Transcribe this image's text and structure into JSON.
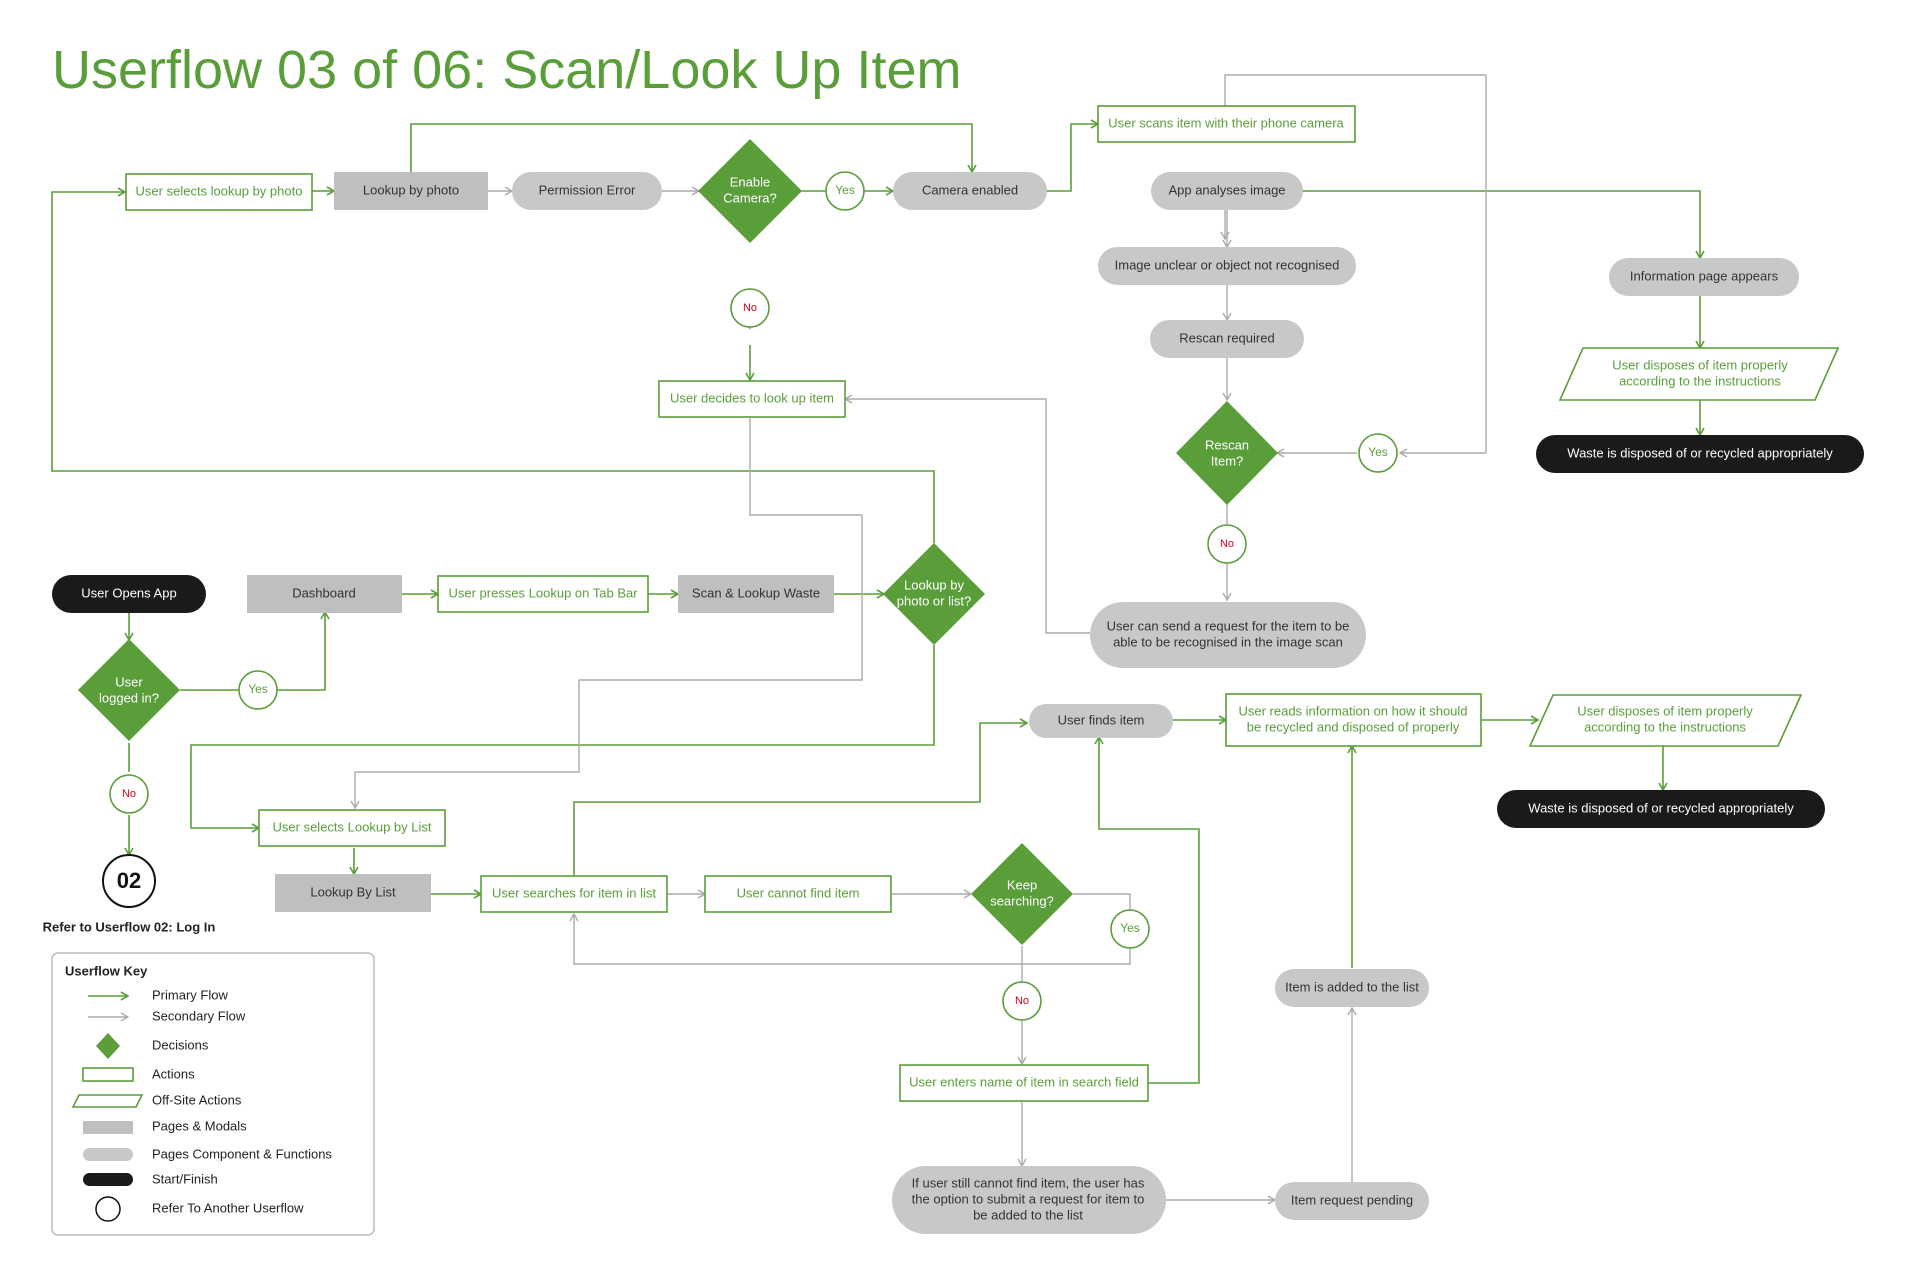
{
  "title": "Userflow 03 of 06: Scan/Look Up Item",
  "colors": {
    "accent": "#5a9e3a",
    "page": "#bfbfbf",
    "pill": "#c8c8c8",
    "terminal": "#1a1a1a",
    "no": "#d0021b"
  },
  "nodes": {
    "user_selects_lookup_by_photo": "User selects lookup by photo",
    "lookup_by_photo": "Lookup by photo",
    "permission_error": "Permission Error",
    "enable_camera": [
      "Enable",
      "Camera?"
    ],
    "camera_enabled": "Camera enabled",
    "user_scans_item": "User scans item with their phone camera",
    "app_analyses_image": "App analyses image",
    "image_unclear": "Image unclear or object not recognised",
    "rescan_required": "Rescan required",
    "rescan_item": [
      "Rescan",
      "Item?"
    ],
    "information_page": "Information page appears",
    "user_disposes_1": [
      "User disposes of item properly",
      "according to the instructions"
    ],
    "waste_disposed_1": "Waste is disposed of or recycled appropriately",
    "user_decides_look_up": "User decides to look up item",
    "user_can_send_request": [
      "User can send a request for the item to be",
      "able to be recognised in the image scan"
    ],
    "user_opens_app": "User Opens App",
    "dashboard": "Dashboard",
    "user_presses_lookup": "User presses Lookup on Tab Bar",
    "scan_lookup_waste": "Scan & Lookup Waste",
    "lookup_photo_or_list": [
      "Lookup by",
      "photo or list?"
    ],
    "user_logged_in": [
      "User",
      "logged in?"
    ],
    "refer_02_label": "02",
    "refer_02_caption": "Refer to Userflow 02: Log In",
    "user_finds_item": "User finds item",
    "user_reads_info": [
      "User reads information on how it should",
      "be recycled and disposed of properly"
    ],
    "user_disposes_2": [
      "User disposes of item properly",
      "according to the instructions"
    ],
    "waste_disposed_2": "Waste is disposed of or recycled appropriately",
    "user_selects_lookup_by_list": "User selects Lookup by List",
    "lookup_by_list": "Lookup By List",
    "user_searches": "User searches for item in list",
    "user_cannot_find": "User cannot find item",
    "keep_searching": [
      "Keep",
      "searching?"
    ],
    "user_enters_name": "User enters name of item in search field",
    "if_user_still": [
      "If user still cannot find item, the user has",
      "the option to submit a request for item to",
      "be added to the list"
    ],
    "item_request_pending": "Item request pending",
    "item_added": "Item is added to the list"
  },
  "labels": {
    "yes": "Yes",
    "no": "No"
  },
  "key": {
    "title": "Userflow Key",
    "items": [
      "Primary Flow",
      "Secondary Flow",
      "Decisions",
      "Actions",
      "Off-Site Actions",
      "Pages & Modals",
      "Pages Component & Functions",
      "Start/Finish",
      "Refer To Another Userflow"
    ]
  }
}
